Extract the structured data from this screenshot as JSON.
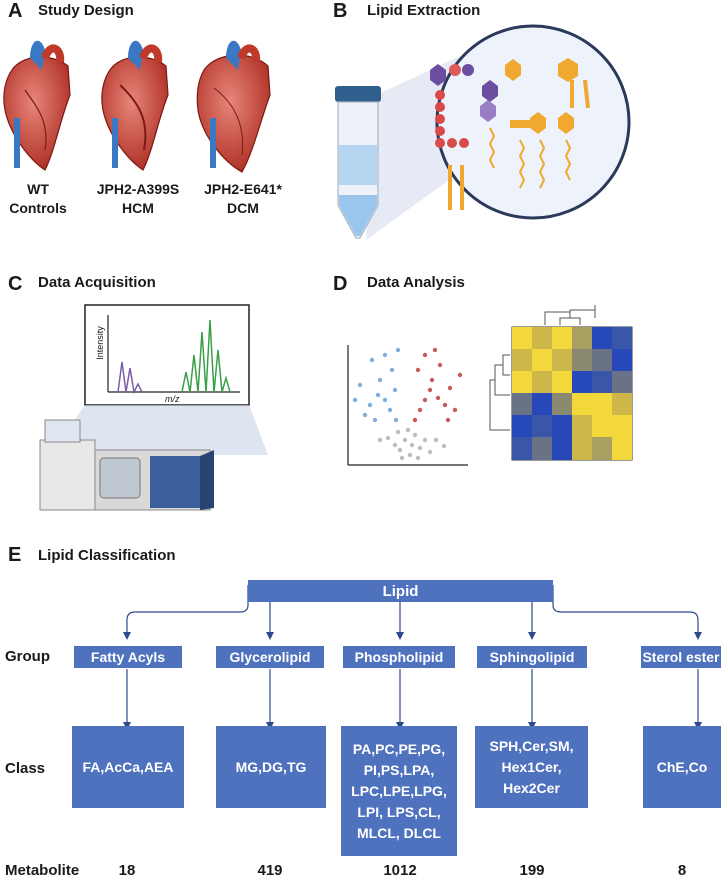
{
  "panels": {
    "a": {
      "letter": "A",
      "title": "Study Design",
      "hearts": [
        {
          "label": "WT\nControls"
        },
        {
          "label": "JPH2-A399S\nHCM"
        },
        {
          "label": "JPH2-E641*\nDCM"
        }
      ]
    },
    "b": {
      "letter": "B",
      "title": "Lipid Extraction"
    },
    "c": {
      "letter": "C",
      "title": "Data Acquisition",
      "ylabel": "Intensity",
      "xlabel": "m/z"
    },
    "d": {
      "letter": "D",
      "title": "Data Analysis"
    },
    "e": {
      "letter": "E",
      "title": "Lipid Classification"
    }
  },
  "classification": {
    "root": "Lipid",
    "row_labels": {
      "group": "Group",
      "class": "Class",
      "metabolite": "Metabolite"
    },
    "groups": [
      {
        "name": "Fatty Acyls",
        "classes": "FA,AcCa,AEA",
        "metabolites": "18"
      },
      {
        "name": "Glycerolipid",
        "classes": "MG,DG,TG",
        "metabolites": "419"
      },
      {
        "name": "Phospholipid",
        "classes": "PA,PC,PE,PG,\nPI,PS,LPA,\nLPC,LPE,LPG,\nLPI, LPS,CL,\nMLCL, DLCL",
        "metabolites": "1012"
      },
      {
        "name": "Sphingolipid",
        "classes": "SPH,Cer,SM,\nHex1Cer,\nHex2Cer",
        "metabolites": "199"
      },
      {
        "name": "Sterol ester",
        "classes": "ChE,Co",
        "metabolites": "8"
      }
    ]
  },
  "colors": {
    "box": "#4f72be",
    "heart_red": "#c0392b",
    "vessel_blue": "#3a78c4",
    "volcano_up": "#c85a5a",
    "volcano_down": "#7fb0dc",
    "heat_yellow": "#f2d83a",
    "heat_blue": "#2748b8"
  }
}
